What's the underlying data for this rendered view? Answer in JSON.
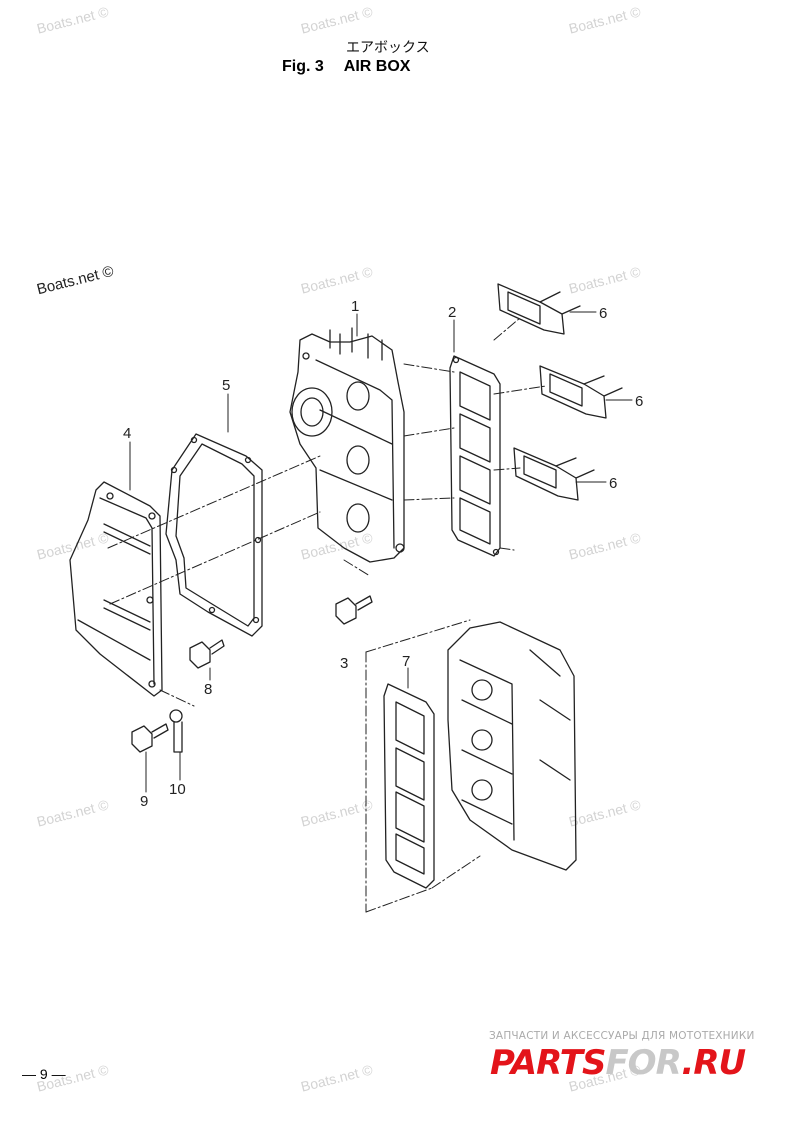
{
  "header": {
    "title_jp": "エアボックス",
    "fig_label": "Fig. 3",
    "fig_title": "AIR BOX"
  },
  "watermarks": [
    "Boats.net ©",
    "Boats.net ©",
    "Boats.net ©",
    "Boats.net ©",
    "Boats.net ©",
    "Boats.net ©",
    "Boats.net ©",
    "Boats.net ©",
    "Boats.net ©",
    "Boats.net ©",
    "Boats.net ©",
    "Boats.net ©",
    "Boats.net ©",
    "Boats.net ©",
    "Boats.net ©"
  ],
  "callouts": [
    "1",
    "2",
    "3",
    "4",
    "5",
    "6",
    "6",
    "6",
    "7",
    "8",
    "9",
    "10"
  ],
  "footer": {
    "page_number": "— 9 —",
    "brand_tagline": "ЗАПЧАСТИ И АКСЕССУАРЫ ДЛЯ МОТОТЕХНИКИ",
    "brand_logo_a": "PARTS",
    "brand_logo_b": "FOR",
    "brand_logo_c": ".RU"
  }
}
